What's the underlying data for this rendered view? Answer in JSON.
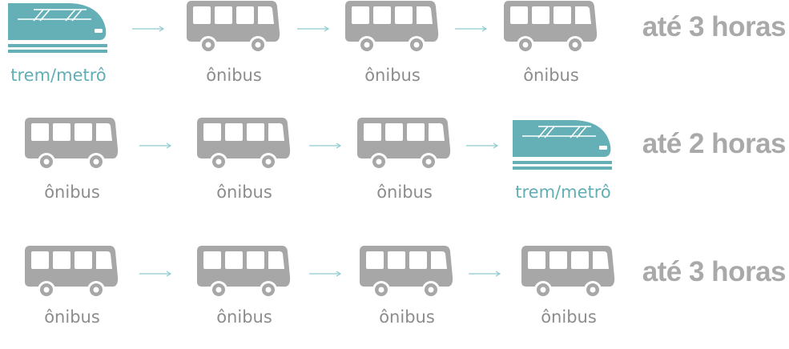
{
  "colors": {
    "bus": "#a7a7a7",
    "train": "#65b0b6",
    "label": "#8c8c8c",
    "arrow": "#8fcbd0",
    "duration": "#a9a9a9"
  },
  "routes": [
    {
      "vehicles": [
        {
          "type": "train",
          "icon": "train-icon",
          "label": "trem/metrô"
        },
        {
          "type": "bus",
          "icon": "bus-icon",
          "label": "ônibus"
        },
        {
          "type": "bus",
          "icon": "bus-icon",
          "label": "ônibus"
        },
        {
          "type": "bus",
          "icon": "bus-icon",
          "label": "ônibus"
        }
      ],
      "duration": "até 3 horas"
    },
    {
      "vehicles": [
        {
          "type": "bus",
          "icon": "bus-icon",
          "label": "ônibus"
        },
        {
          "type": "bus",
          "icon": "bus-icon",
          "label": "ônibus"
        },
        {
          "type": "bus",
          "icon": "bus-icon",
          "label": "ônibus"
        },
        {
          "type": "train",
          "icon": "train-icon",
          "label": "trem/metrô"
        }
      ],
      "duration": "até 2 horas"
    },
    {
      "vehicles": [
        {
          "type": "bus",
          "icon": "bus-icon",
          "label": "ônibus"
        },
        {
          "type": "bus",
          "icon": "bus-icon",
          "label": "ônibus"
        },
        {
          "type": "bus",
          "icon": "bus-icon",
          "label": "ônibus"
        },
        {
          "type": "bus",
          "icon": "bus-icon",
          "label": "ônibus"
        }
      ],
      "duration": "até 3 horas"
    }
  ]
}
